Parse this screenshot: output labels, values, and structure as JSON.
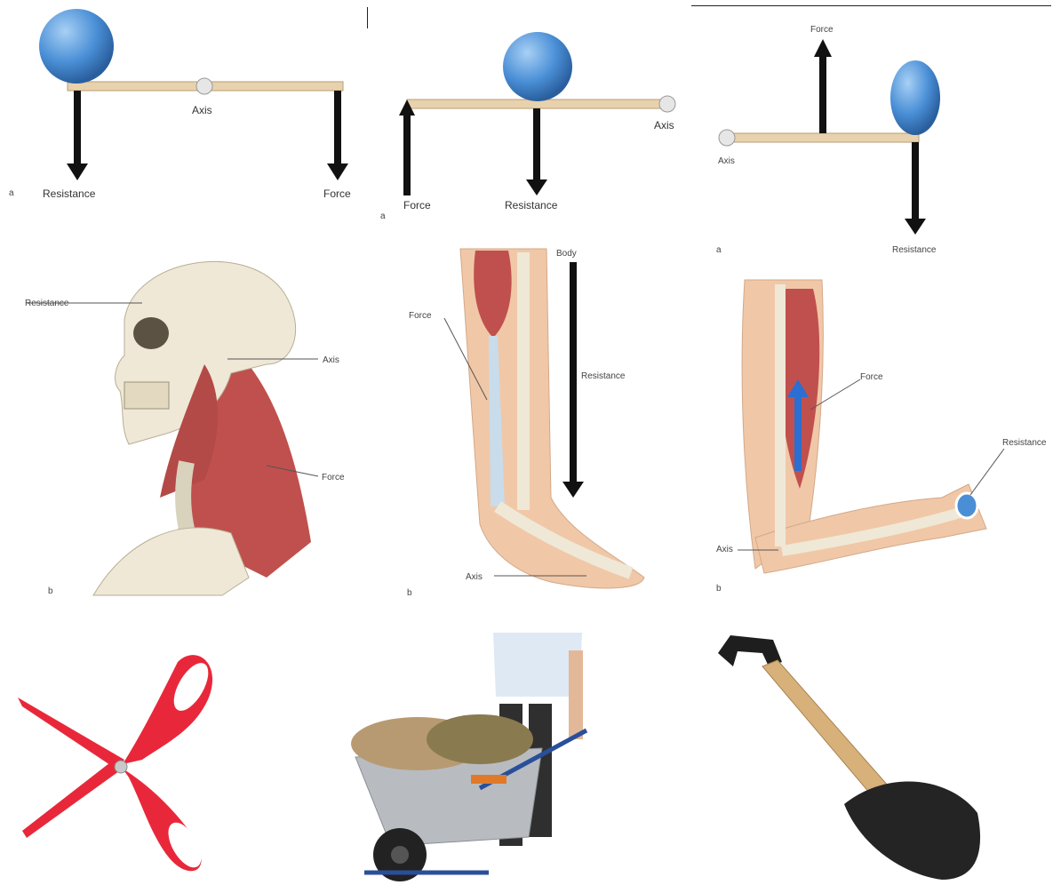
{
  "lever1": {
    "axis": "Axis",
    "resistance": "Resistance",
    "force": "Force",
    "letter": "a"
  },
  "lever2": {
    "axis": "Axis",
    "resistance": "Resistance",
    "force": "Force",
    "letter": "a"
  },
  "lever3": {
    "axis": "Axis",
    "resistance": "Resistance",
    "force": "Force",
    "letter": "a"
  },
  "head": {
    "resistance": "Resistance",
    "axis": "Axis",
    "force": "Force",
    "letter": "b"
  },
  "foot": {
    "body": "Body",
    "force": "Force",
    "resistance": "Resistance",
    "axis": "Axis",
    "letter": "b"
  },
  "arm": {
    "force": "Force",
    "resistance": "Resistance",
    "axis": "Axis",
    "letter": "b"
  },
  "colors": {
    "ball": "#4a8fd6",
    "beam": "#e8d2ad",
    "muscle": "#c0504d",
    "skin": "#f0c8a8",
    "bone": "#efe8d6",
    "scissors": "#e8283a"
  }
}
